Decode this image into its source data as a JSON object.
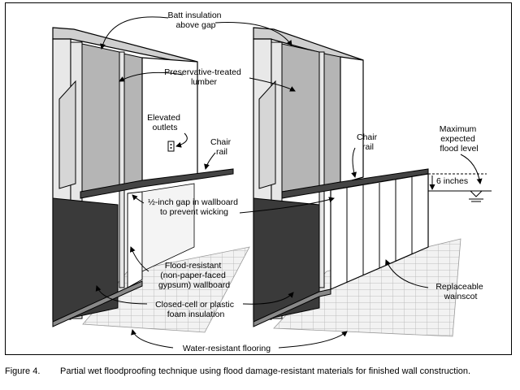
{
  "labels": {
    "batt_insulation": [
      "Batt insulation",
      "above gap"
    ],
    "treated_lumber": [
      "Preservative-treated",
      "lumber"
    ],
    "elevated_outlets": [
      "Elevated",
      "outlets"
    ],
    "chair_rail_left": [
      "Chair",
      "rail"
    ],
    "chair_rail_right": [
      "Chair",
      "rail"
    ],
    "max_flood_level": [
      "Maximum",
      "expected",
      "flood level"
    ],
    "six_inches": "6 inches",
    "half_inch_gap": [
      "½-inch gap in wallboard",
      "to prevent wicking"
    ],
    "flood_resistant": [
      "Flood-resistant",
      "(non-paper-faced",
      "gypsum) wallboard"
    ],
    "replaceable_wainscot": [
      "Replaceable",
      "wainscot"
    ],
    "closed_cell": [
      "Closed-cell or plastic",
      "foam insulation"
    ],
    "water_resistant_flooring": "Water-resistant flooring"
  },
  "caption": {
    "number": "Figure 4.",
    "text": "Partial wet floodproofing technique using flood damage-resistant materials for finished wall construction."
  }
}
